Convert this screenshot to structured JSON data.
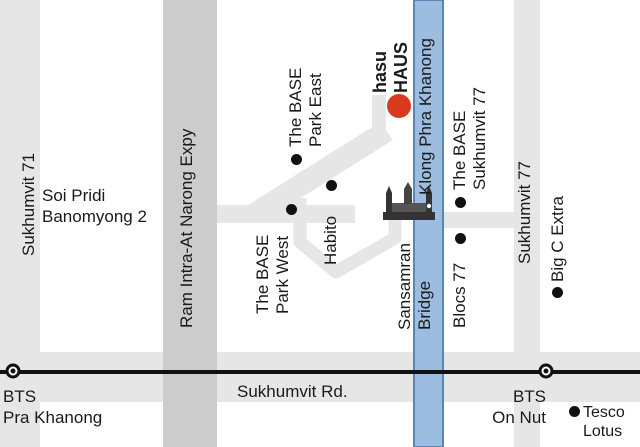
{
  "map": {
    "colors": {
      "road": "#e6e6e6",
      "expressway": "#cccccc",
      "canal": "#9dbde0",
      "canal_edge": "#5d83b8",
      "rail": "#111111",
      "highlight": "#d93a1f",
      "label": "#1a1a1a"
    },
    "roads": {
      "sukhumvit_71": "Sukhumvit 71",
      "soi_pridi": [
        "Soi Pridi",
        "Banomyong 2"
      ],
      "expressway": "Ram Intra-At Narong Expy",
      "sukhumvit_rd": "Sukhumvit Rd.",
      "sukhumvit_77": "Sukhumvit 77",
      "canal": "Klong Phra Khanong",
      "bridge": [
        "Sansamran",
        "Bridge"
      ]
    },
    "stations": [
      {
        "name": [
          "BTS",
          "Pra Khanong"
        ]
      },
      {
        "name": [
          "BTS",
          "On Nut"
        ]
      }
    ],
    "destination": {
      "name": [
        "hasu",
        "HAUS"
      ],
      "icon": "location-marker"
    },
    "landmarks": [
      {
        "name": [
          "The BASE",
          "Park East"
        ]
      },
      {
        "name": [
          "Habito"
        ]
      },
      {
        "name": [
          "The BASE",
          "Park West"
        ]
      },
      {
        "name": [
          "The BASE",
          "Sukhumvit 77"
        ]
      },
      {
        "name": [
          "Blocs 77"
        ]
      },
      {
        "name": [
          "Big C Extra"
        ]
      },
      {
        "name": [
          "Tesco",
          "Lotus"
        ]
      }
    ],
    "icons": [
      "bridge-icon",
      "bts-station-icon",
      "landmark-dot-icon"
    ]
  }
}
